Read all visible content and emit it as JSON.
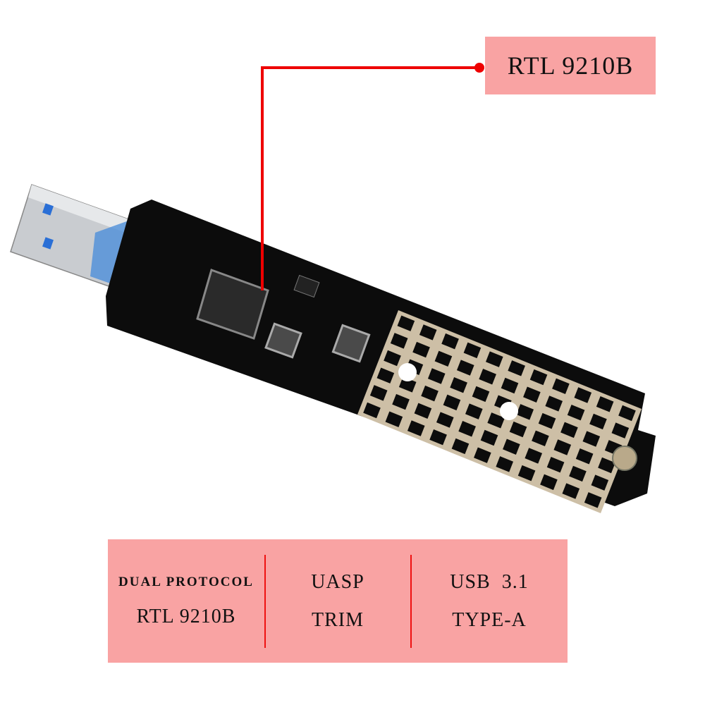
{
  "callout": {
    "label": "RTL 9210B"
  },
  "features": [
    {
      "line1": "DUAL PROTOCOL",
      "line2": "RTL 9210B"
    },
    {
      "line1": "UASP",
      "line2": "TRIM"
    },
    {
      "line1": "USB  3.1",
      "line2": "TYPE-A"
    }
  ],
  "colors": {
    "accent": "#ee0000",
    "panel": "#f9a3a3",
    "pcb": "#0c0c0c"
  }
}
